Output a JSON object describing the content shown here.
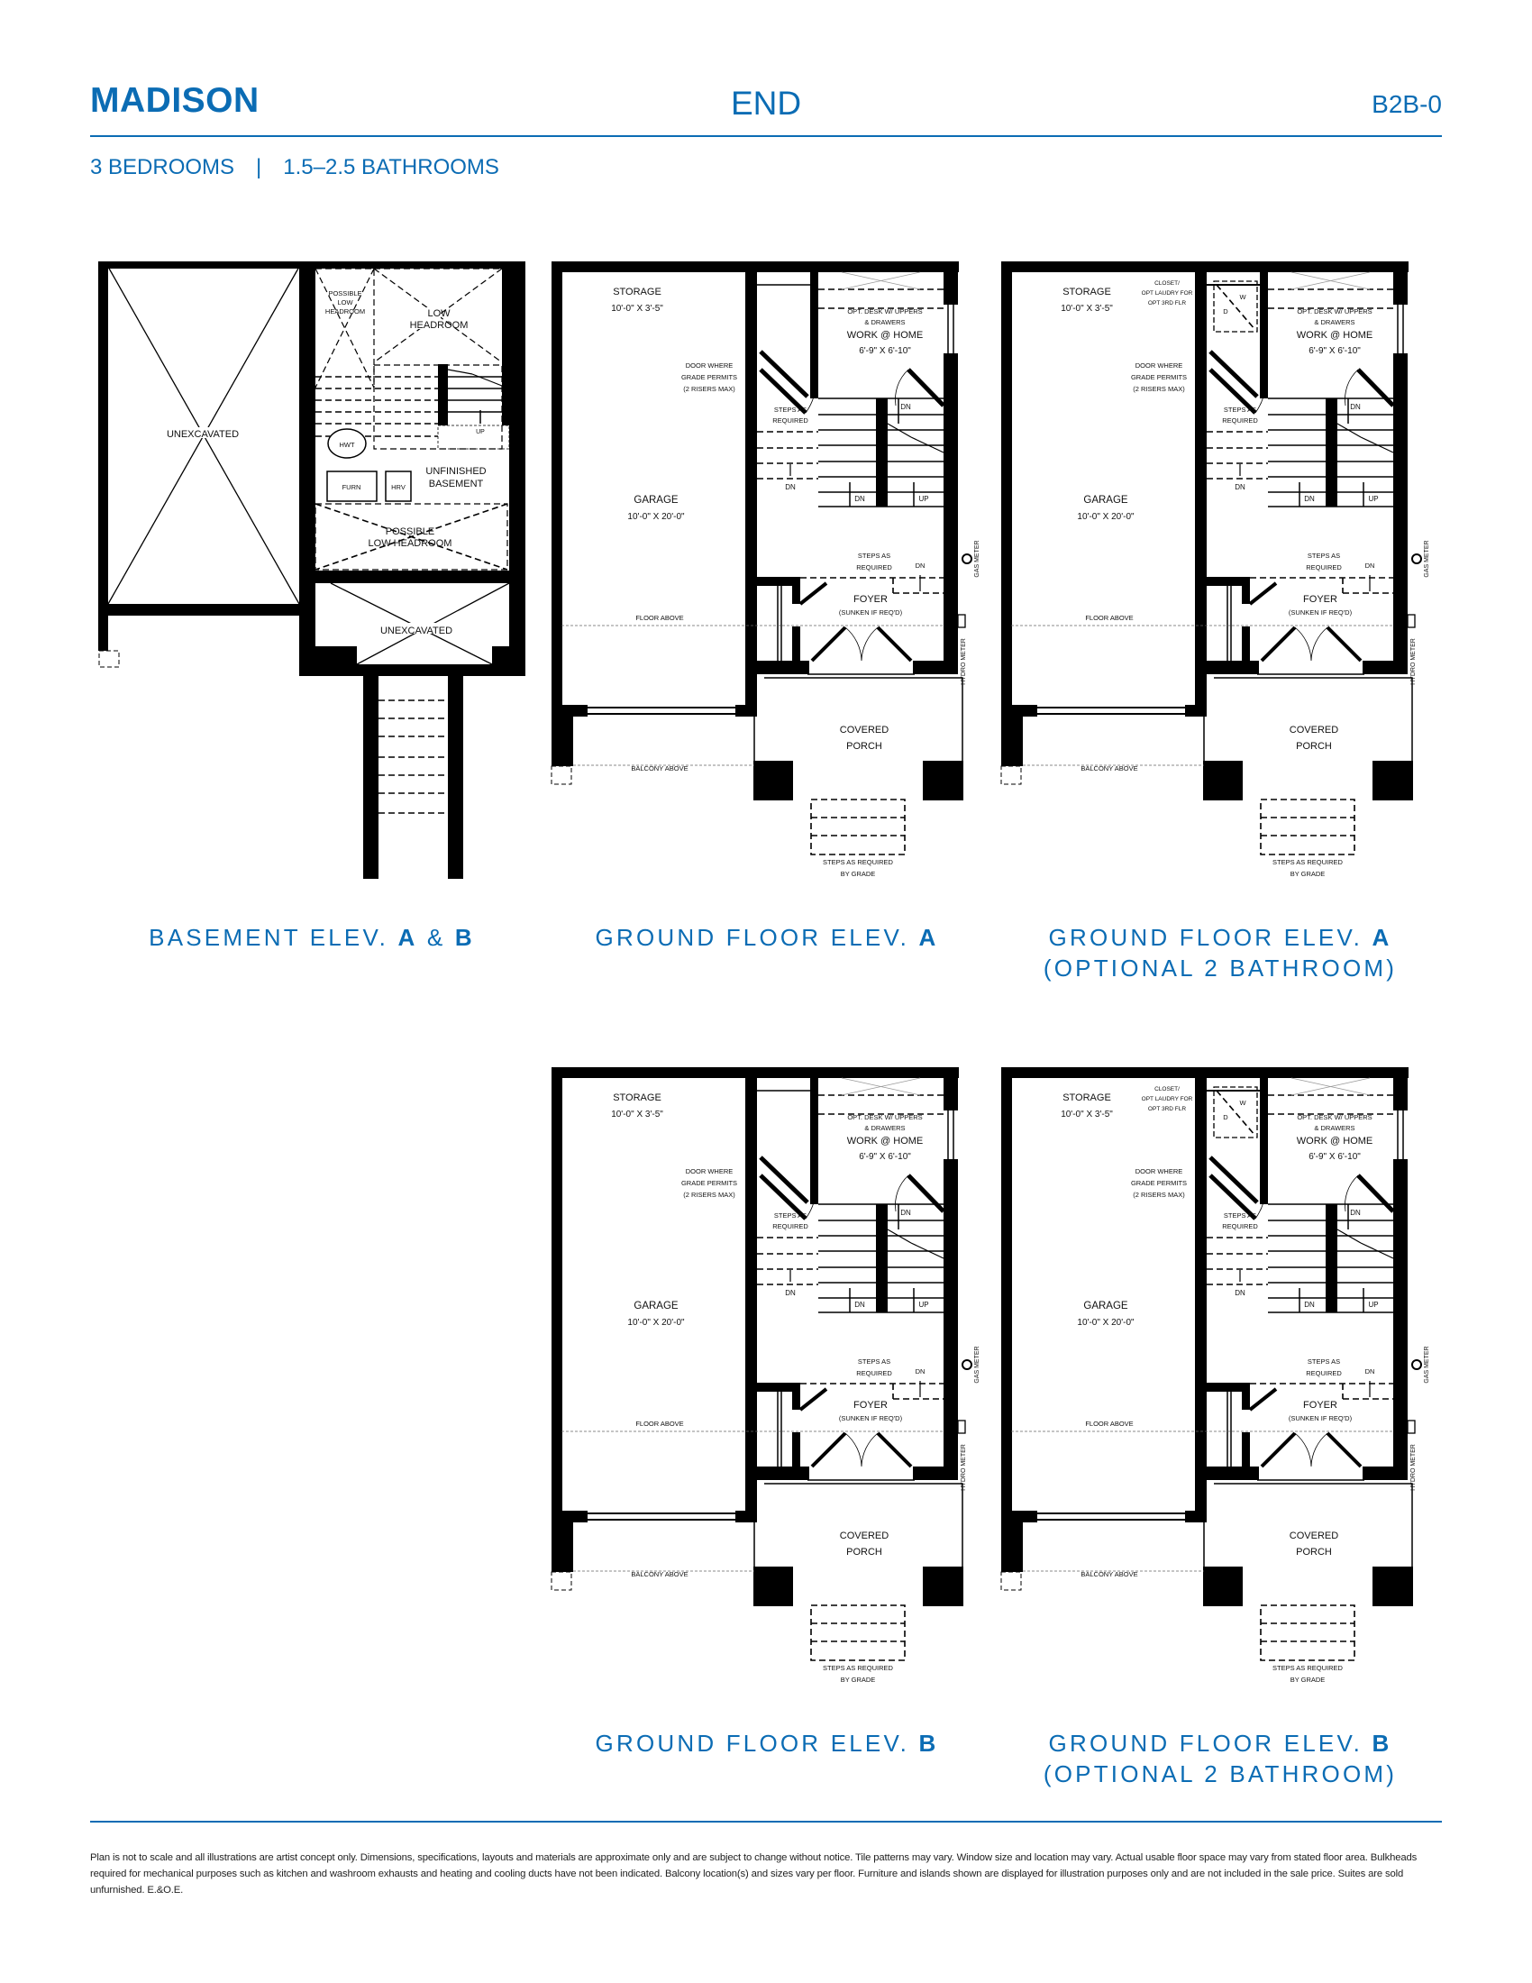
{
  "header": {
    "title": "MADISON",
    "elevation_type": "END",
    "model_code": "B2B-0",
    "bedrooms": "3 BEDROOMS",
    "separator": "|",
    "bathrooms": "1.5–2.5 BATHROOMS"
  },
  "basement": {
    "unexcavated": "UNEXCAVATED",
    "possible_low_headroom_small": [
      "POSSIBLE",
      "LOW",
      "HEADROOM"
    ],
    "low_headroom": [
      "LOW",
      "HEADROOM"
    ],
    "hwt": "HWT",
    "furn": "FURN",
    "hrv": "HRV",
    "unfinished_basement": [
      "UNFINISHED",
      "BASEMENT"
    ],
    "possible_low_headroom": [
      "POSSIBLE",
      "LOW HEADROOM"
    ],
    "up": "UP"
  },
  "ground_floor": {
    "storage": "STORAGE",
    "storage_dim": "10'-0\" X 3'-5\"",
    "door_note": [
      "DOOR WHERE",
      "GRADE PERMITS",
      "(2 RISERS MAX)"
    ],
    "steps_as_required": [
      "STEPS AS",
      "REQUIRED"
    ],
    "desk_note": [
      "OPT. DESK W/ UPPERS",
      "& DRAWERS"
    ],
    "work_home": "WORK @ HOME",
    "work_home_dim": "6'-9\" X 6'-10\"",
    "dn": "DN",
    "up": "UP",
    "garage": "GARAGE",
    "garage_dim": "10'-0\" X 20'-0\"",
    "foyer": "FOYER",
    "foyer_note": "(SUNKEN IF REQ'D)",
    "floor_above": "FLOOR ABOVE",
    "covered_porch": [
      "COVERED",
      "PORCH"
    ],
    "balcony_above": "BALCONY ABOVE",
    "steps_grade": [
      "STEPS AS REQUIRED",
      "BY GRADE"
    ],
    "gas_meter": "GAS METER",
    "hydro_meter": "HYDRO METER"
  },
  "optional_closet": {
    "note": [
      "CLOSET/",
      "OPT LAUDRY FOR",
      "OPT 3RD FLR"
    ],
    "washer": "W",
    "dryer": "D"
  },
  "captions": [
    {
      "text": "BASEMENT ELEV. ",
      "bold": "A",
      "mid": " & ",
      "bold2": "B",
      "line2": ""
    },
    {
      "text": "GROUND FLOOR ELEV. ",
      "bold": "A",
      "mid": "",
      "bold2": "",
      "line2": ""
    },
    {
      "text": "GROUND FLOOR ELEV. ",
      "bold": "A",
      "mid": "",
      "bold2": "",
      "line2": "(OPTIONAL 2 BATHROOM)"
    },
    {
      "text": "GROUND FLOOR ELEV. ",
      "bold": "B",
      "mid": "",
      "bold2": "",
      "line2": ""
    },
    {
      "text": "GROUND FLOOR ELEV. ",
      "bold": "B",
      "mid": "",
      "bold2": "",
      "line2": "(OPTIONAL 2 BATHROOM)"
    }
  ],
  "disclaimer": "Plan is not to scale and all illustrations are artist concept only. Dimensions, specifications, layouts and materials are approximate only and are subject to change without notice. Tile patterns may vary. Window size and location may vary. Actual usable floor space may vary from stated floor area. Bulkheads required for mechanical purposes such as kitchen and washroom exhausts and heating and cooling ducts have not been indicated. Balcony location(s) and sizes vary per floor. Furniture and islands shown are displayed for illustration purposes only and are not included in the sale price. Suites are sold unfurnished. E.&O.E.",
  "colors": {
    "brand_blue": "#0b6cb4",
    "wall": "#000000"
  }
}
